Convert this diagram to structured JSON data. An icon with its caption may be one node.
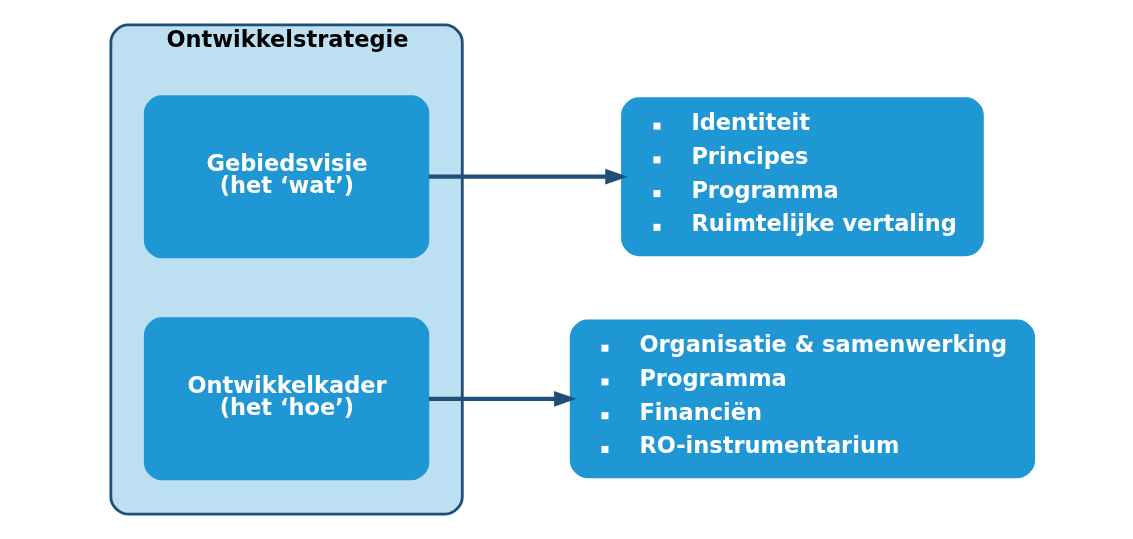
{
  "diagram": {
    "nodes": [
      {
        "text": [
          "Ontwikkelstrategie"
        ]
      },
      {
        "text": [
          "Gebiedsvisie (het ‘wat’)"
        ],
        "in": 0
      },
      {
        "text": [
          "Ontwikkelkader (het ‘hoe’)"
        ],
        "in": 0
      },
      {
        "text": [
          "Identiteit",
          "Principes",
          "Programma",
          "Ruimtelijke vertaling"
        ]
      },
      {
        "text": [
          "Organisatie & samenwerking",
          "Programma",
          "Financiën",
          "RO-instrumentarium"
        ]
      }
    ],
    "edges": [
      {
        "from": 1,
        "to": 3,
        "arrow": "to"
      },
      {
        "from": 2,
        "to": 4,
        "arrow": "to"
      }
    ]
  }
}
